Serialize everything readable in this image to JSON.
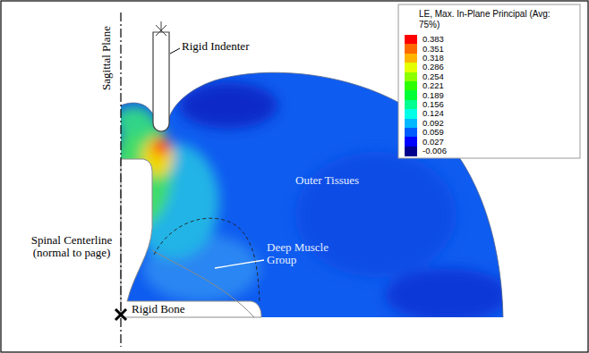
{
  "diagram": {
    "labels": [
      "Sagittal Plane",
      "Rigid Indenter",
      "Outer Tissues",
      "Deep Muscle Group",
      "Spinal Centerline (normal to page)",
      "Rigid Bone",
      "LE, Max. In-Plane Principal (Avg: 75%)"
    ],
    "legend": [
      {
        "text": "0.383",
        "color": "#ff0000"
      },
      {
        "text": "0.351",
        "color": "#ff6a00"
      },
      {
        "text": "0.318",
        "color": "#ffb400"
      },
      {
        "text": "0.286",
        "color": "#e4ff00"
      },
      {
        "text": "0.254",
        "color": "#8cff00"
      },
      {
        "text": "0.221",
        "color": "#2eff00"
      },
      {
        "text": "0.189",
        "color": "#00ff34"
      },
      {
        "text": "0.156",
        "color": "#00ff90"
      },
      {
        "text": "0.124",
        "color": "#00ffe6"
      },
      {
        "text": "0.092",
        "color": "#00b8ff"
      },
      {
        "text": "0.059",
        "color": "#005cff"
      },
      {
        "text": "0.027",
        "color": "#0000ff"
      },
      {
        "text": "-0.006",
        "color": "#00008c"
      }
    ]
  }
}
